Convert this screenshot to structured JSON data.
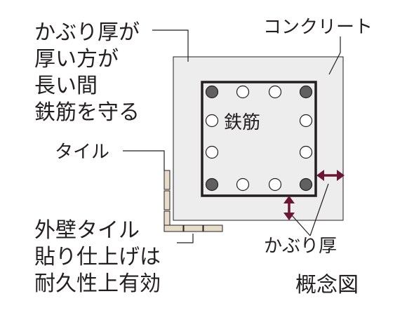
{
  "labels": {
    "cover_note": [
      "かぶり厚が",
      "厚い方が",
      "長い間",
      "鉄筋を守る"
    ],
    "concrete": "コンクリート",
    "rebar": "鉄筋",
    "tile": "タイル",
    "tile_note": [
      "外壁タイル",
      "貼り仕上げは",
      "耐久性上有効"
    ],
    "cover_thickness": "かぶり厚",
    "caption": "概念図"
  },
  "colors": {
    "concrete_fill": "#ededed",
    "outline": "#231f20",
    "rebar_filled": "#606060",
    "rebar_open": "#ffffff",
    "arrow": "#6b1634",
    "tile_fill": "#e6dcc8",
    "text": "#231f20"
  },
  "rebars": [
    {
      "filled": true
    },
    {
      "filled": false
    },
    {
      "filled": false
    },
    {
      "filled": true
    },
    {
      "filled": false
    },
    {
      "filled": false
    },
    {
      "filled": false
    },
    {
      "filled": false
    },
    {
      "filled": true
    },
    {
      "filled": false
    },
    {
      "filled": false
    },
    {
      "filled": true
    }
  ]
}
